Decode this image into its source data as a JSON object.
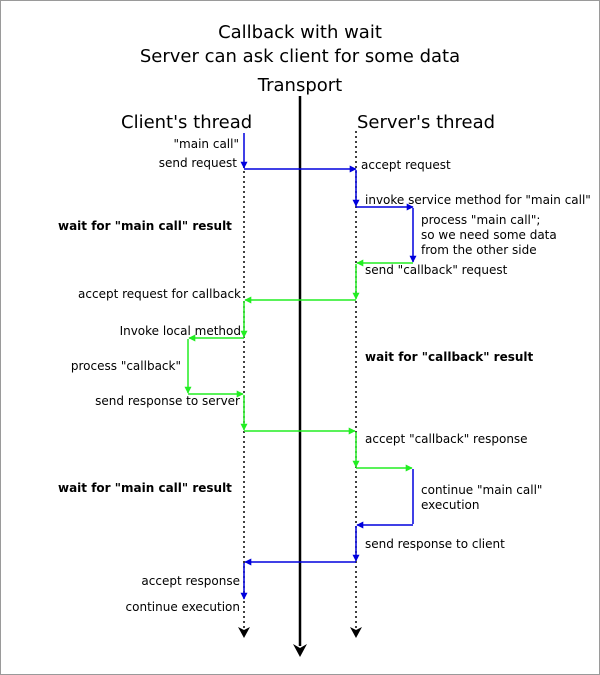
{
  "diagram": {
    "title_line1": "Callback with wait",
    "title_line2": "Server can ask client for some data",
    "transport_label": "Transport",
    "client_thread_label": "Client's thread",
    "server_thread_label": "Server's thread",
    "colors": {
      "request_flow": "#0000dd",
      "callback_flow": "#22ee22",
      "thread_line": "#000000",
      "border": "#9a9a9a"
    },
    "client_labels": {
      "main_call": "\"main call\"",
      "send_request": "send request",
      "wait_main_call_1": "wait  for \"main call\" result",
      "accept_request_callback": "accept request for callback",
      "invoke_local": "Invoke local method",
      "process_callback": "process \"callback\"",
      "send_response_server": "send response to server",
      "wait_main_call_2": "wait  for \"main call\" result",
      "accept_response": "accept response",
      "continue_execution": "continue execution"
    },
    "server_labels": {
      "accept_request": "accept request",
      "invoke_service": "invoke service method for \"main call\"",
      "process_main_line1": "process \"main call\";",
      "process_main_line2": "so we need some data",
      "process_main_line3": "from the other side",
      "send_callback": "send \"callback\" request",
      "wait_callback": "wait for \"callback\" result",
      "accept_callback_response": "accept \"callback\" response",
      "continue_main_line1": "continue \"main call\"",
      "continue_main_line2": "execution",
      "send_response_client": "send response to client"
    }
  }
}
